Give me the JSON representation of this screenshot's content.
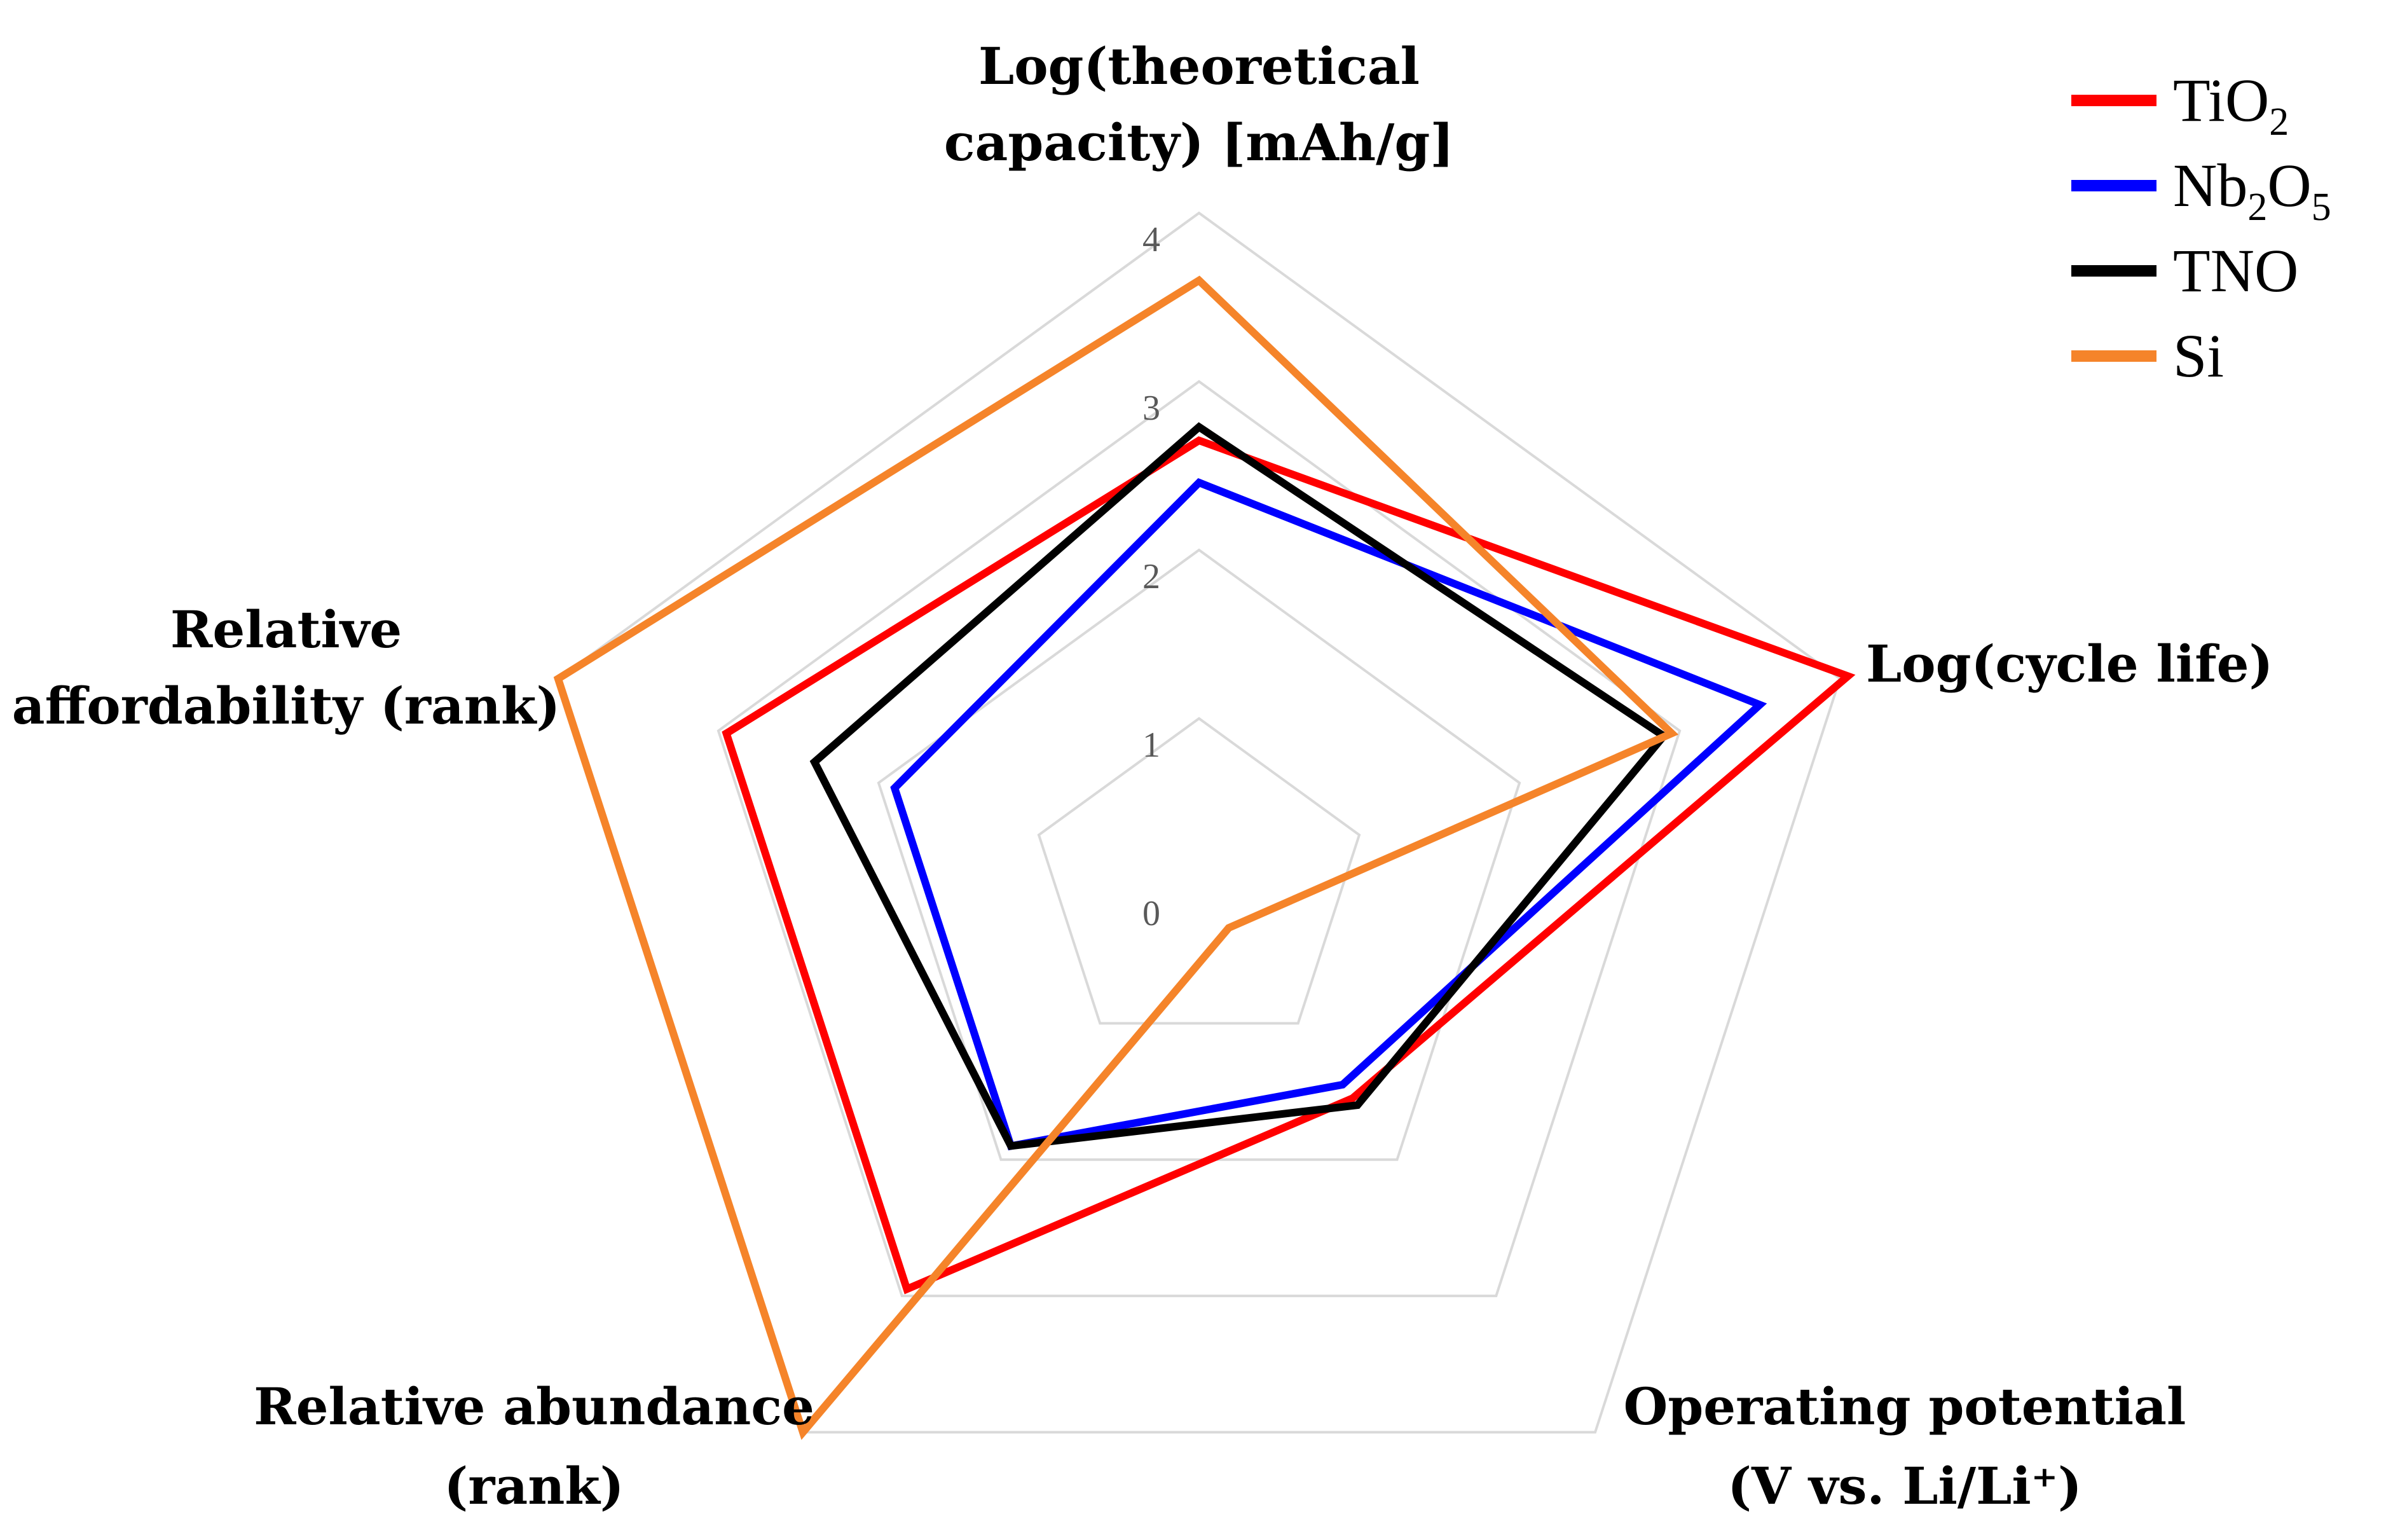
{
  "chart_data": {
    "type": "radar",
    "axes": [
      {
        "label_lines": [
          "Log(theoretical",
          "capacity) [mAh/g]"
        ]
      },
      {
        "label_lines": [
          "Log(cycle life)"
        ]
      },
      {
        "label_lines": [
          "Operating potential",
          "(V vs. Li/Li⁺)"
        ]
      },
      {
        "label_lines": [
          "Relative abundance",
          "(rank)"
        ]
      },
      {
        "label_lines": [
          "Relative",
          "affordability (rank)"
        ]
      }
    ],
    "ticks": [
      "0",
      "1",
      "2",
      "3",
      "4"
    ],
    "range": [
      0,
      4
    ],
    "grid": true,
    "legend_position": "top-right",
    "series": [
      {
        "key": "TiO2",
        "label": "TiO",
        "subscripts": [
          "2"
        ],
        "label_parts": [
          "TiO",
          "2"
        ],
        "color": "#ff0000",
        "values": [
          2.65,
          4.05,
          1.55,
          2.95,
          2.95
        ]
      },
      {
        "key": "Nb2O5",
        "label": "Nb",
        "label_parts": [
          "Nb",
          "2",
          "O",
          "5"
        ],
        "color": "#0000ff",
        "values": [
          2.4,
          3.5,
          1.45,
          1.9,
          1.9
        ]
      },
      {
        "key": "TNO",
        "label": "TNO",
        "label_parts": [
          "TNO"
        ],
        "color": "#000000",
        "values": [
          2.73,
          2.9,
          1.6,
          1.9,
          2.4
        ]
      },
      {
        "key": "Si",
        "label": "Si",
        "label_parts": [
          "Si"
        ],
        "color": "#f5842a",
        "values": [
          3.6,
          2.95,
          0.3,
          4.0,
          4.0
        ]
      }
    ]
  }
}
